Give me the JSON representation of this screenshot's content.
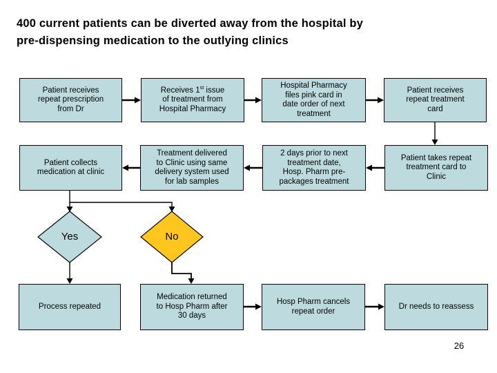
{
  "slide": {
    "title": {
      "line1": "400 current patients can be diverted away from the hospital by",
      "line2": "pre-dispensing medication to the outlying clinics"
    },
    "page_number": "26"
  },
  "colors": {
    "node_fill": "#BDDBDE",
    "decision_no_fill": "#FFC61E",
    "node_border": "#000000",
    "text": "#000000",
    "background": "#FFFFFF"
  },
  "flowchart": {
    "row1": [
      {
        "text": "Patient receives\nrepeat prescription\nfrom Dr"
      },
      {
        "text_pre": "Receives 1",
        "text_sup": "st",
        "text_post": " issue\nof treatment from\nHospital Pharmacy"
      },
      {
        "text": "Hospital Pharmacy\nfiles pink card in\ndate order of next\ntreatment"
      },
      {
        "text": "Patient receives\nrepeat treatment\ncard"
      }
    ],
    "row2": [
      {
        "text": "Patient collects\nmedication at clinic"
      },
      {
        "text": "Treatment delivered\nto Clinic using same\ndelivery system used\nfor lab samples"
      },
      {
        "text": "2 days prior to next\ntreatment date,\nHosp. Pharm pre-\npackages treatment"
      },
      {
        "text": "Patient takes repeat\ntreatment card to\nClinic"
      }
    ],
    "decision": {
      "yes_label": "Yes",
      "no_label": "No"
    },
    "row3": [
      {
        "text": "Process repeated"
      },
      {
        "text": "Medication returned\nto Hosp Pharm after\n30 days"
      },
      {
        "text": "Hosp Pharm cancels\nrepeat order"
      },
      {
        "text": "Dr needs to reassess"
      }
    ]
  }
}
